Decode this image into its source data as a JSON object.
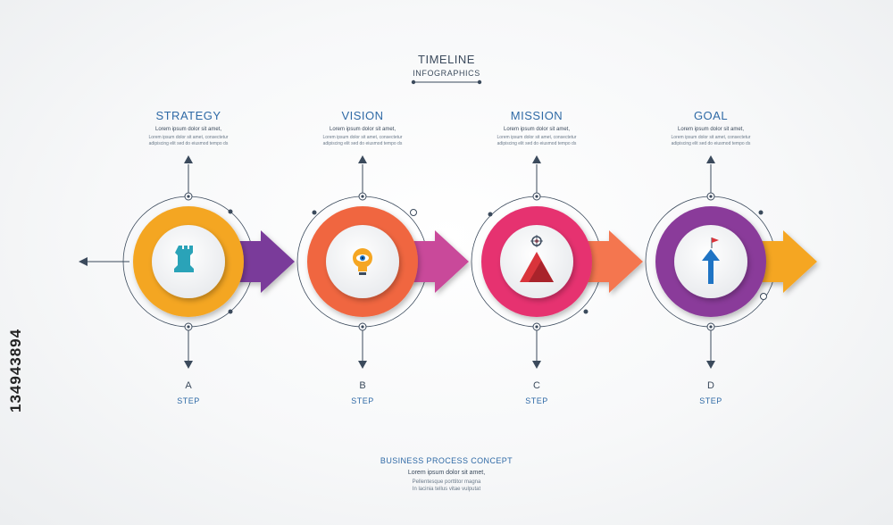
{
  "header": {
    "title": "TIMELINE",
    "subtitle": "INFOGRAPHICS"
  },
  "steps": [
    {
      "title": "STRATEGY",
      "line1": "Lorem ipsum dolor sit amet,",
      "line2": "Lorem ipsum dolor sit amet, consectetur",
      "line3": "adipiscing elit sed do eiusmod tempo ds",
      "letter": "A",
      "step_label": "STEP",
      "icon": "chess-rook-icon",
      "color_main": "#f4a623",
      "color_arrow": "#7a3a9a"
    },
    {
      "title": "VISION",
      "line1": "Lorem ipsum dolor sit amet,",
      "line2": "Lorem ipsum dolor sit amet, consectetur",
      "line3": "adipiscing elit sed do eiusmod tempo ds",
      "letter": "B",
      "step_label": "STEP",
      "icon": "lightbulb-eye-icon",
      "color_main": "#f0663f",
      "color_arrow": "#c94a9a"
    },
    {
      "title": "MISSION",
      "line1": "Lorem ipsum dolor sit amet,",
      "line2": "Lorem ipsum dolor sit amet, consectetur",
      "line3": "adipiscing elit sed do eiusmod tempo ds",
      "letter": "C",
      "step_label": "STEP",
      "icon": "mountain-target-icon",
      "color_main": "#e6336f",
      "color_arrow": "#f4764f"
    },
    {
      "title": "GOAL",
      "line1": "Lorem ipsum dolor sit amet,",
      "line2": "Lorem ipsum dolor sit amet, consectetur",
      "line3": "adipiscing elit sed do eiusmod tempo ds",
      "letter": "D",
      "step_label": "STEP",
      "icon": "flag-arrow-up-icon",
      "color_main": "#8a3a9a",
      "color_arrow": "#f5a623"
    }
  ],
  "footer": {
    "title": "BUSINESS PROCESS CONCEPT",
    "line1": "Lorem ipsum dolor sit amet,",
    "line2": "Pellentesque porttitor magna",
    "line3": "In lacinia tellus vitae vulputat"
  },
  "stock_id": "134943894",
  "colors": {
    "connector": "#3b4a5c",
    "text_dark": "#3b4a5c",
    "text_accent": "#2f6aa6",
    "icon_teal": "#2aa3b8",
    "icon_blue": "#1f74c4",
    "icon_red": "#d9343b"
  }
}
